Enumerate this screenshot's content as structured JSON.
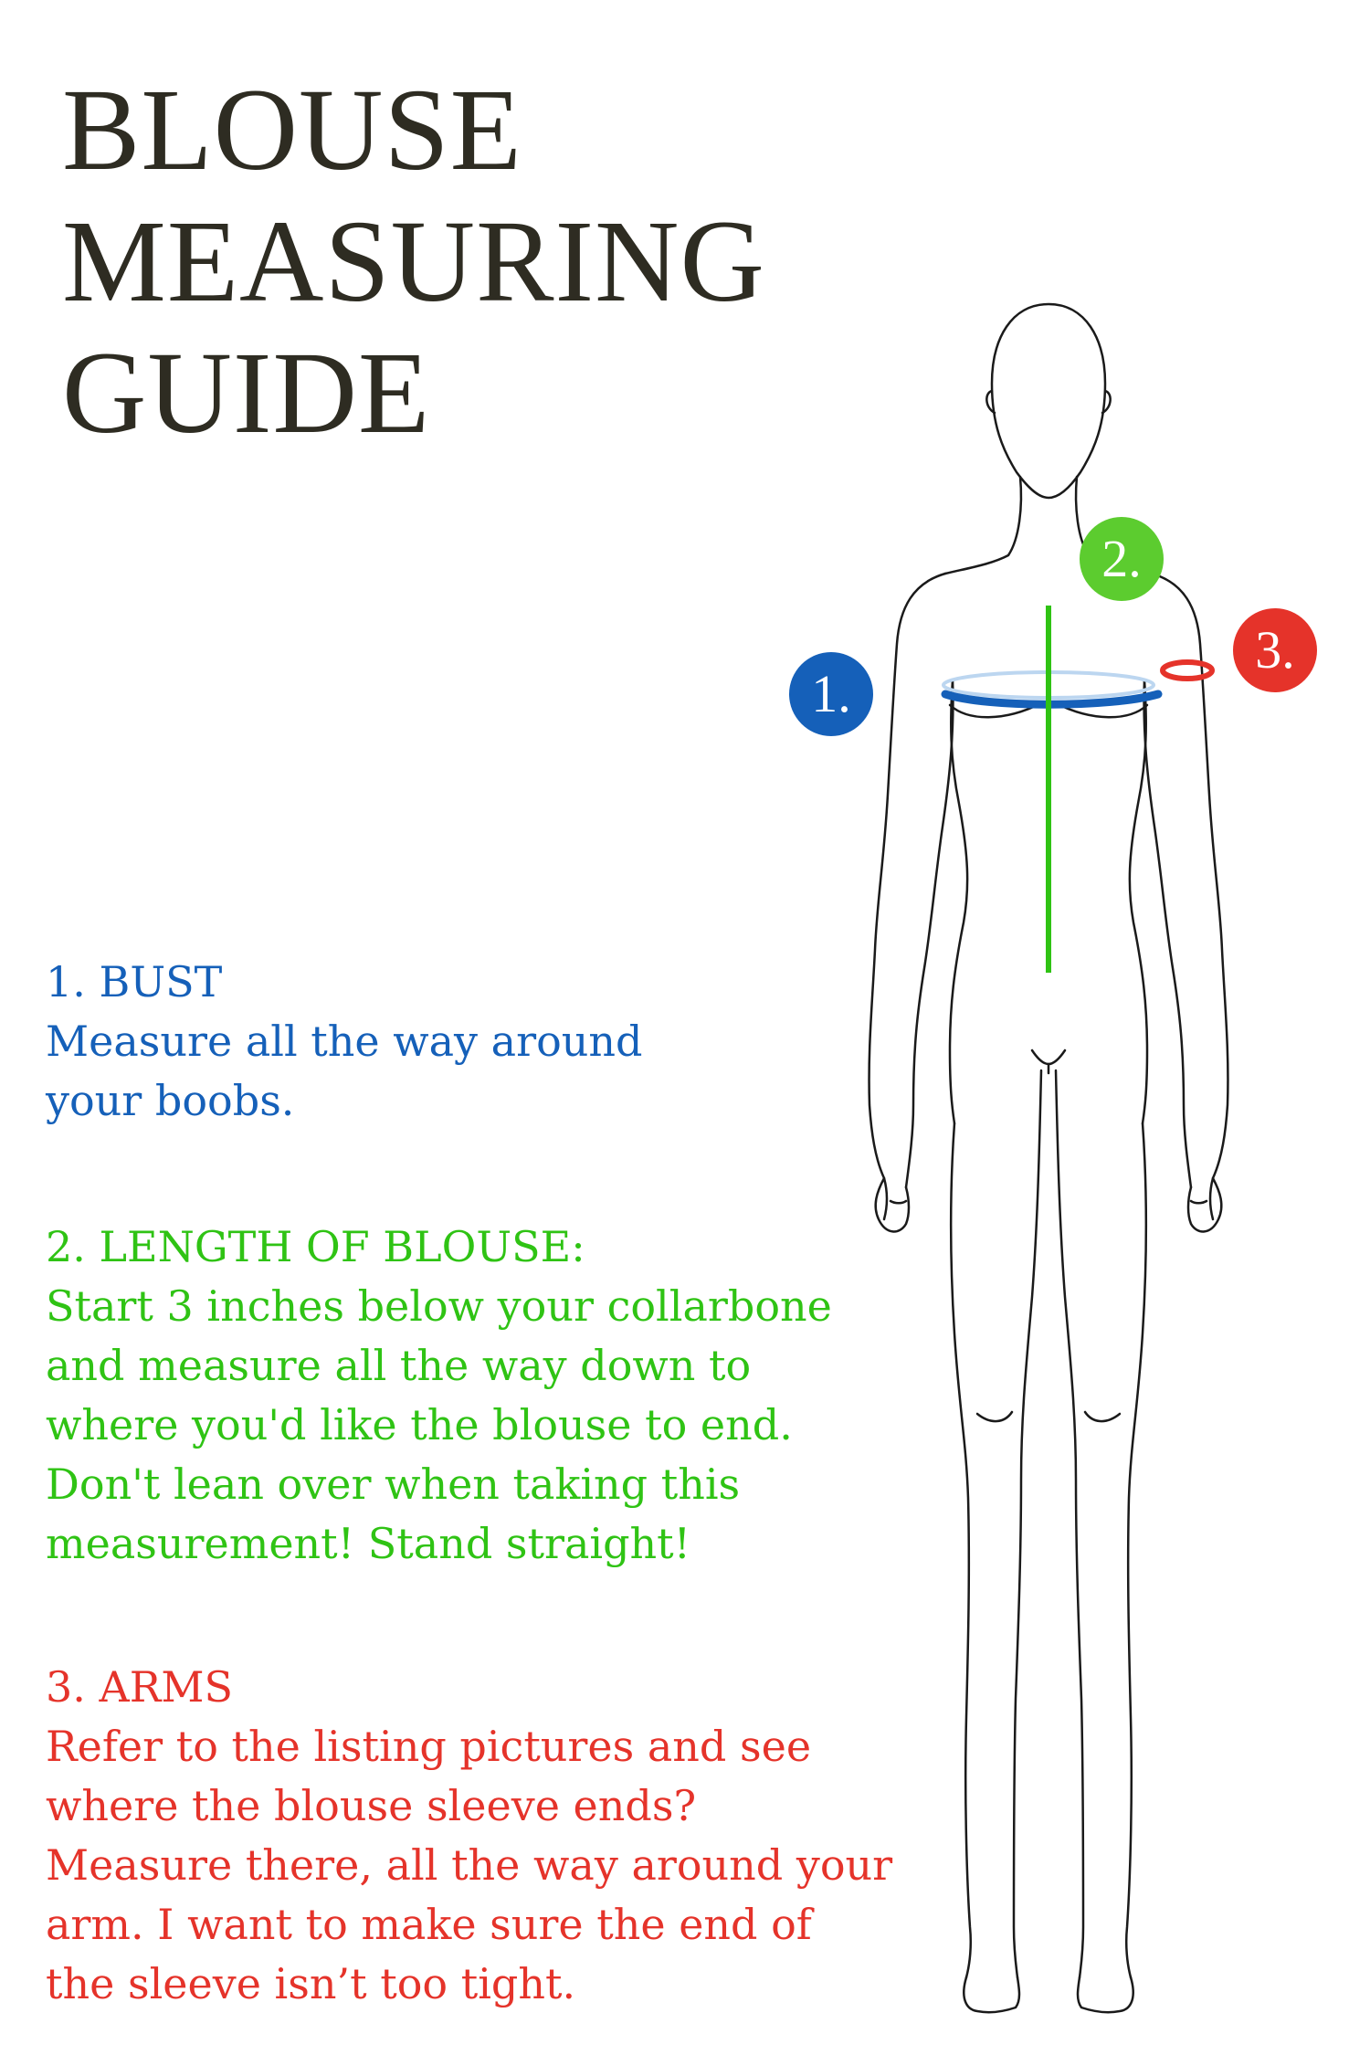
{
  "title": {
    "line1": "BLOUSE",
    "line2": "MEASURING",
    "line3": "GUIDE"
  },
  "colors": {
    "bust": "#1560b9",
    "length": "#2fc314",
    "arms": "#e5332a",
    "title": "#2e2c22",
    "outline": "#1a1a1a"
  },
  "markers": {
    "bust": "1.",
    "length": "2.",
    "arms": "3."
  },
  "instructions": {
    "bust": {
      "heading": "1. BUST",
      "lines": [
        "Measure all the way around",
        "your boobs."
      ]
    },
    "length": {
      "heading": "2. LENGTH OF BLOUSE:",
      "lines": [
        "Start 3 inches below your collarbone",
        "and measure all the way down to",
        "where you'd like the blouse to end.",
        "Don't lean over when taking this",
        "measurement! Stand straight!"
      ]
    },
    "arms": {
      "heading": "3. ARMS",
      "lines": [
        "Refer to the listing pictures and see",
        "where the blouse sleeve ends?",
        "Measure there, all the way around your",
        "arm. I want to make sure the end of",
        "the sleeve isn’t too tight."
      ]
    }
  }
}
